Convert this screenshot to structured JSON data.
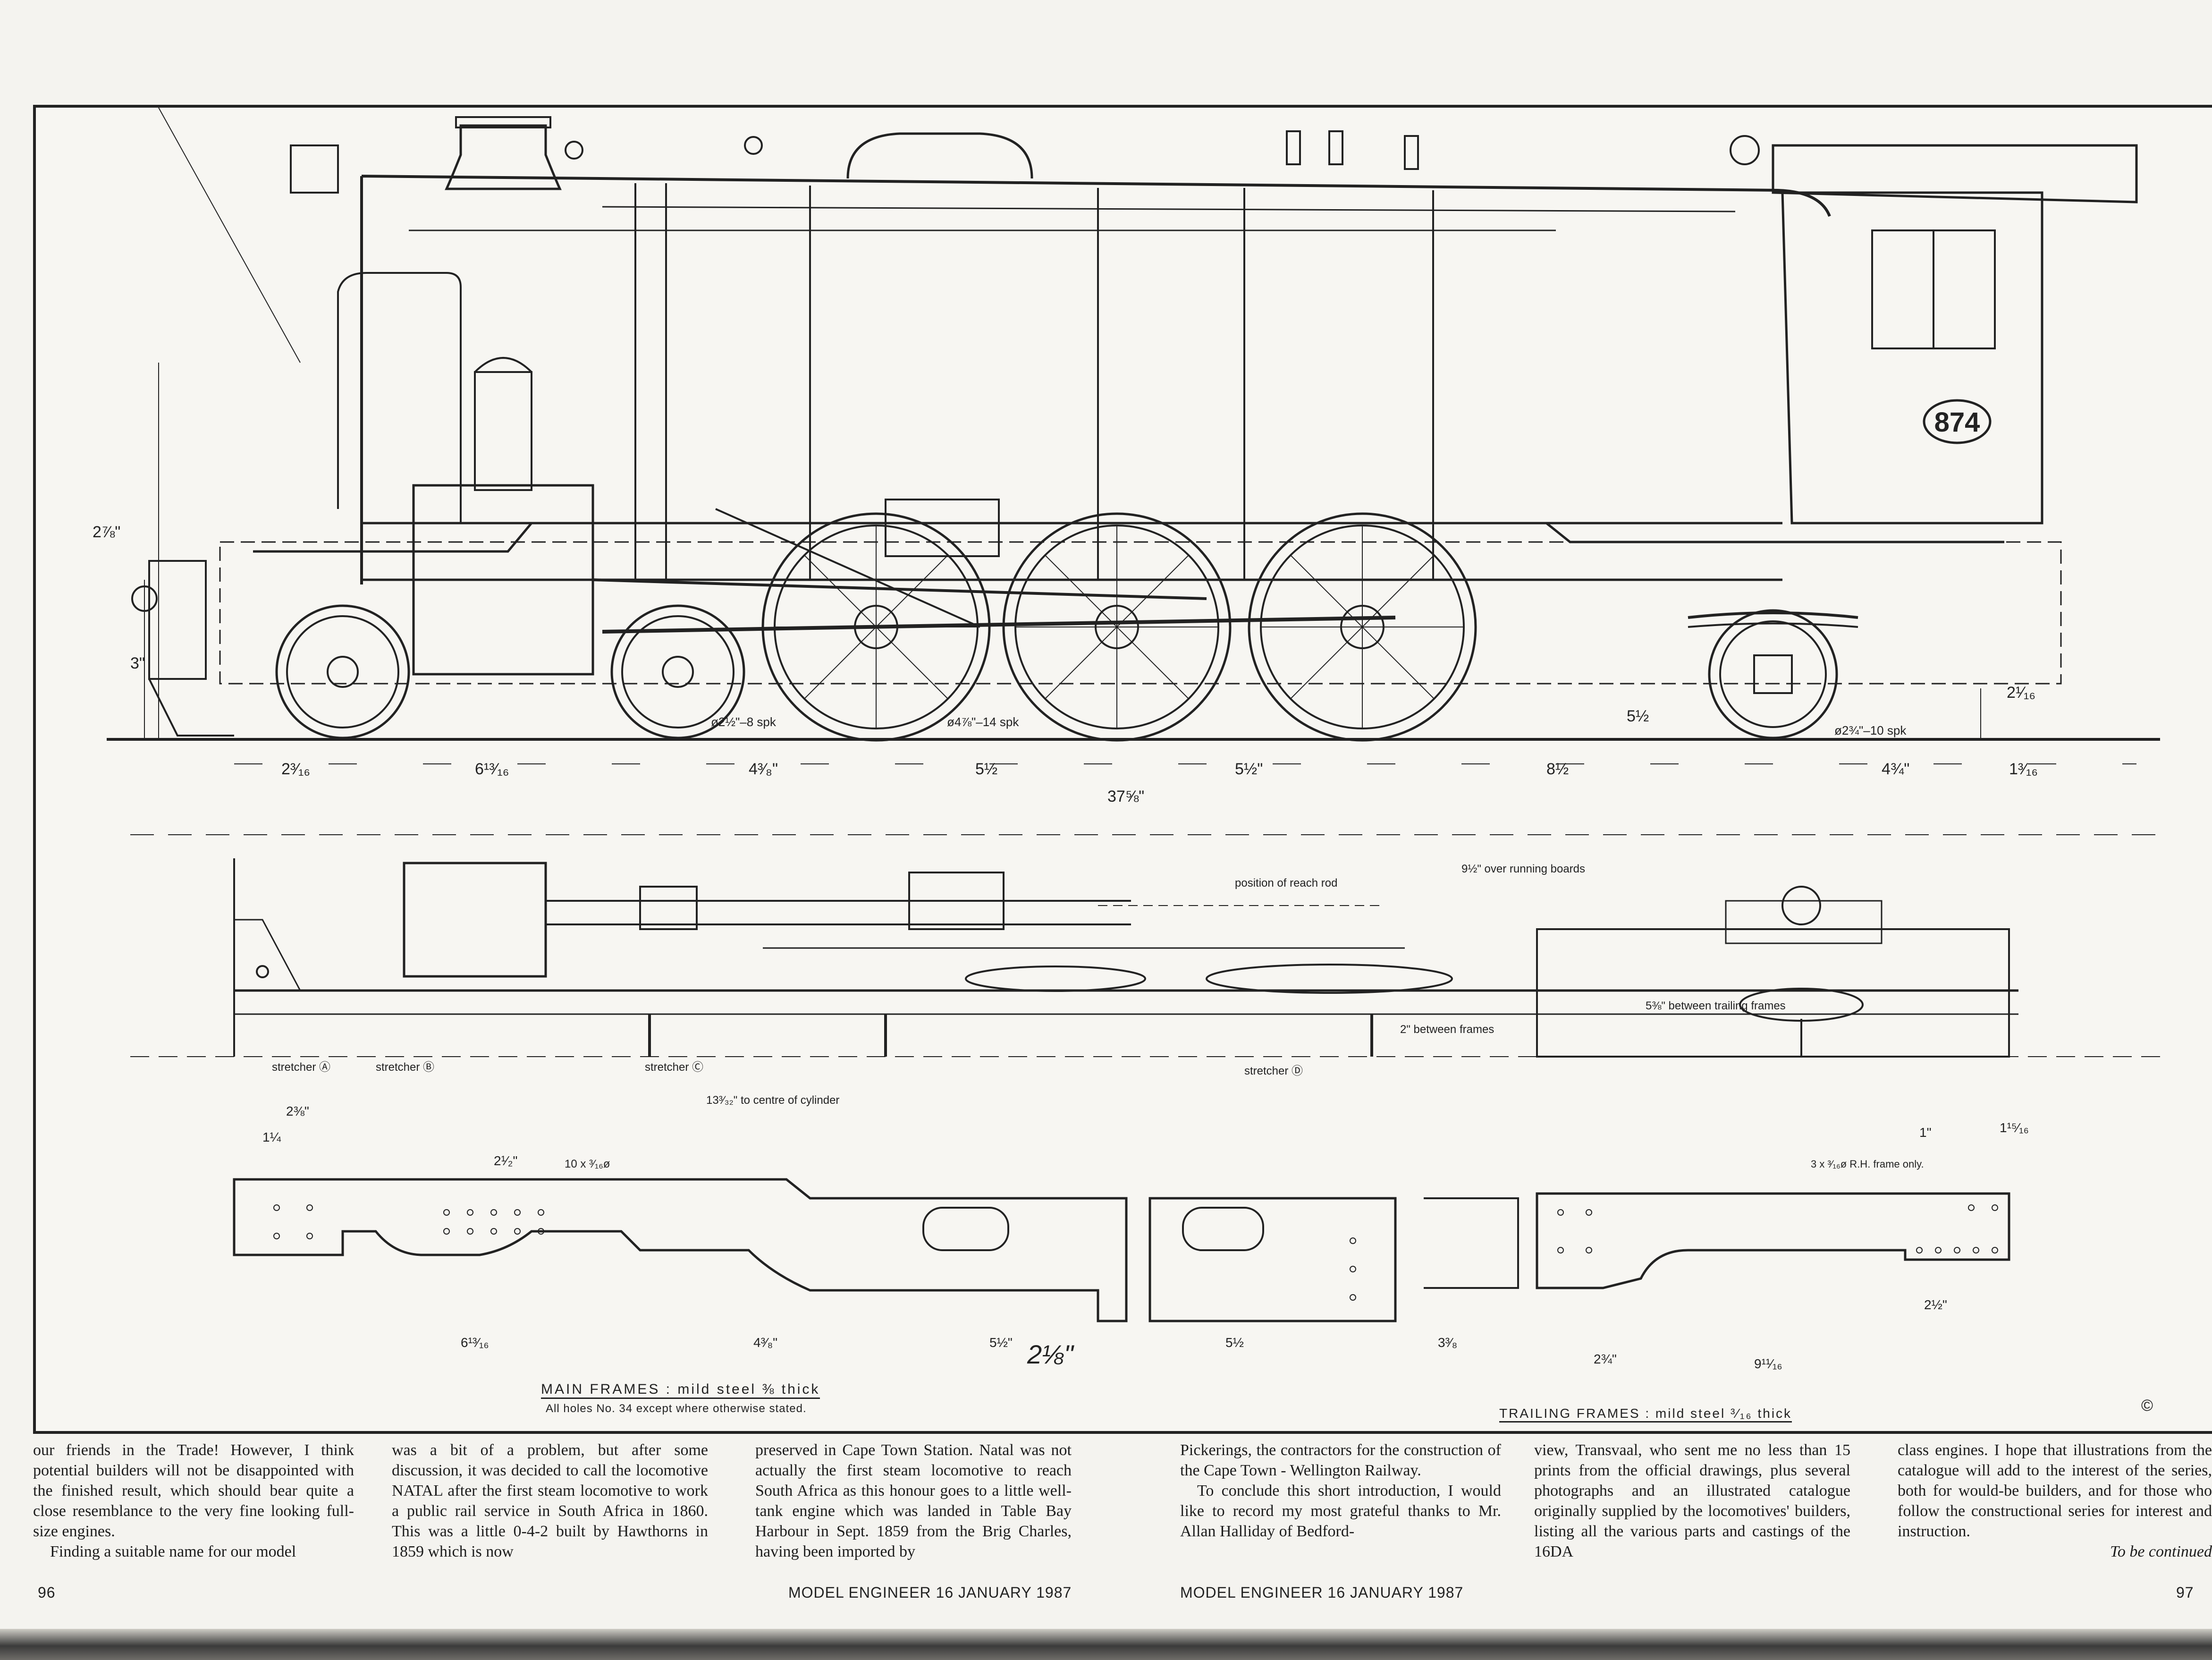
{
  "drawing": {
    "loco_number": "874",
    "side_dims": {
      "height_left": "2⅞\"",
      "buffer_height": "3\"",
      "rear_height": "2¹⁄₁₆",
      "bottom": [
        "2³⁄₁₆",
        "6¹³⁄₁₆",
        "4³⁄₈\"",
        "5½",
        "5½\"",
        "8½",
        "4¾\"",
        "1³⁄₁₆"
      ],
      "overall": "37⅝\"",
      "spk_labels": [
        "ø2½\"–8 spk",
        "ø4⅞\"–14 spk",
        "ø2¾\"–10 spk"
      ],
      "tender_dim": "5½"
    },
    "plan_labels": {
      "reach_rod": "position of reach rod",
      "running_boards": "9½\" over running boards",
      "between_frames": "2\" between frames",
      "between_trailing": "5⅜\" between trailing frames",
      "cylinder_centre": "13³⁄₃₂\" to centre of cylinder",
      "stretchers": [
        "stretcher Ⓐ",
        "stretcher Ⓑ",
        "stretcher Ⓒ",
        "stretcher Ⓓ"
      ]
    },
    "frame_labels": {
      "holes_cluster": "10 x ³⁄₁₆ø",
      "rh_frame": "3 x ³⁄₁₆ø R.H. frame only.",
      "frame_dims": [
        "2⅜\"",
        "1¼",
        "2¹⁄₂\"",
        "6¹³⁄₁₆",
        "4³⁄₈\"",
        "5½\"",
        "5½",
        "3³⁄₈",
        "2¾\"",
        "9¹¹⁄₁₆",
        "1\"",
        "1¹⁵⁄₁₆",
        "2½\"",
        "2⅛\""
      ]
    },
    "main_frames_caption": "MAIN FRAMES : mild steel ⅜ thick",
    "holes_note": "All holes No. 34 except where otherwise stated.",
    "trailing_frames_caption": "TRAILING FRAMES : mild steel ³⁄₁₆ thick",
    "copyright": "©"
  },
  "article": {
    "columns": [
      [
        "our friends in the Trade! However, I think potential builders will not be disappointed with the finished result, which should bear quite a close resemblance to the very fine looking full-size engines.",
        "Finding a suitable name for our model"
      ],
      [
        "was a bit of a problem, but after some discussion, it was decided to call the locomotive NATAL after the first steam locomotive to work a public rail service in South Africa in 1860. This was a little 0-4-2 built by Hawthorns in 1859 which is now"
      ],
      [
        "preserved in Cape Town Station. Natal was not actually the first steam locomotive to reach South Africa as this honour goes to a little well-tank engine which was landed in Table Bay Harbour in Sept. 1859 from the Brig Charles, having been imported by"
      ],
      [
        "Pickerings, the contractors for the construction of the Cape Town - Wellington Railway.",
        "To conclude this short introduction, I would like to record my most grateful thanks to Mr. Allan Halliday of Bedford-"
      ],
      [
        "view, Transvaal, who sent me no less than 15 prints from the official drawings, plus several photographs and an illustrated catalogue originally supplied by the locomotives' builders, listing all the various parts and castings of the 16DA"
      ],
      [
        "class engines. I hope that illustrations from the catalogue will add to the interest of the series, both for would-be builders, and for those who follow the constructional series for interest and instruction.",
        "To be continued"
      ]
    ]
  },
  "footer": {
    "page_left": "96",
    "left_issue": "MODEL ENGINEER 16 JANUARY 1987",
    "right_issue": "MODEL ENGINEER 16 JANUARY 1987",
    "page_right": "97"
  }
}
